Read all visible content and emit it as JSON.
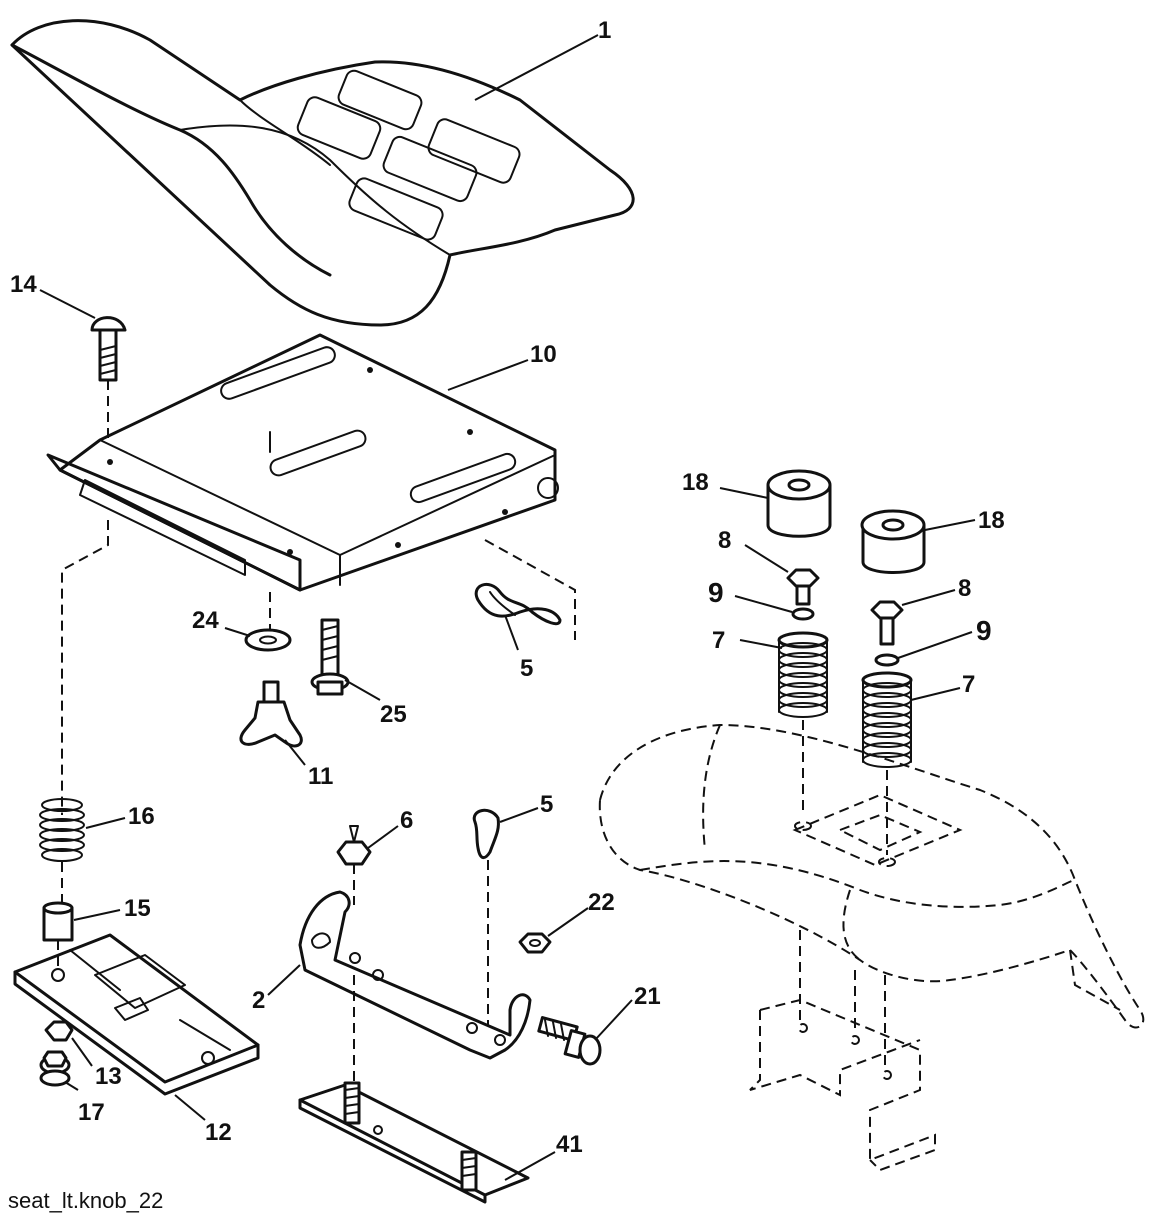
{
  "caption": "seat_lt.knob_22",
  "labels": {
    "seat": "1",
    "bracket": "2",
    "spring_clip_upper": "5",
    "spring_clip_lower": "5",
    "nut_6": "6",
    "spring_right": "7",
    "spring_left": "7",
    "bolt_8_left": "8",
    "bolt_8_right": "8",
    "washer_9_left": "9",
    "washer_9_right": "9",
    "seat_pan": "10",
    "knob": "11",
    "slide_plate": "12",
    "nut_13": "13",
    "carriage_bolt": "14",
    "spacer_15": "15",
    "spring_16": "16",
    "nut_17": "17",
    "bumper_left": "18",
    "bumper_right": "18",
    "nut_22": "22",
    "bolt_21": "21",
    "washer_24": "24",
    "bolt_25": "25",
    "plate_41": "41"
  }
}
